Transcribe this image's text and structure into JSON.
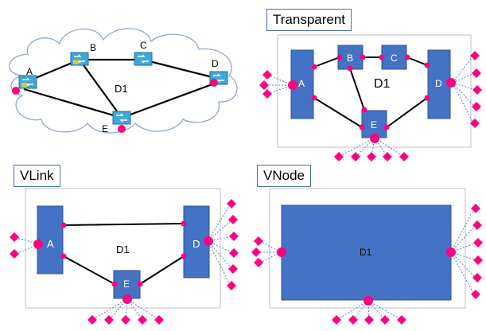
{
  "colors": {
    "node_blue": "#4472c4",
    "node_stroke": "#2f528f",
    "port_pink": "#ff0080",
    "link": "#000000",
    "dashed": "#5b7fd6",
    "frame": "#bfbfbf",
    "cloud_stroke": "#8fa8cf",
    "cloud_fill": "#ffffff"
  },
  "panels": {
    "physical": {
      "domain_label": "D1",
      "nodes": [
        "A",
        "B",
        "C",
        "D",
        "E"
      ]
    },
    "transparent": {
      "title": "Transparent",
      "domain_label": "D1",
      "nodes": [
        "A",
        "B",
        "C",
        "D",
        "E"
      ]
    },
    "vlink": {
      "title": "VLink",
      "domain_label": "D1",
      "nodes": [
        "A",
        "D",
        "E"
      ]
    },
    "vnode": {
      "title": "VNode",
      "domain_label": "D1"
    }
  }
}
